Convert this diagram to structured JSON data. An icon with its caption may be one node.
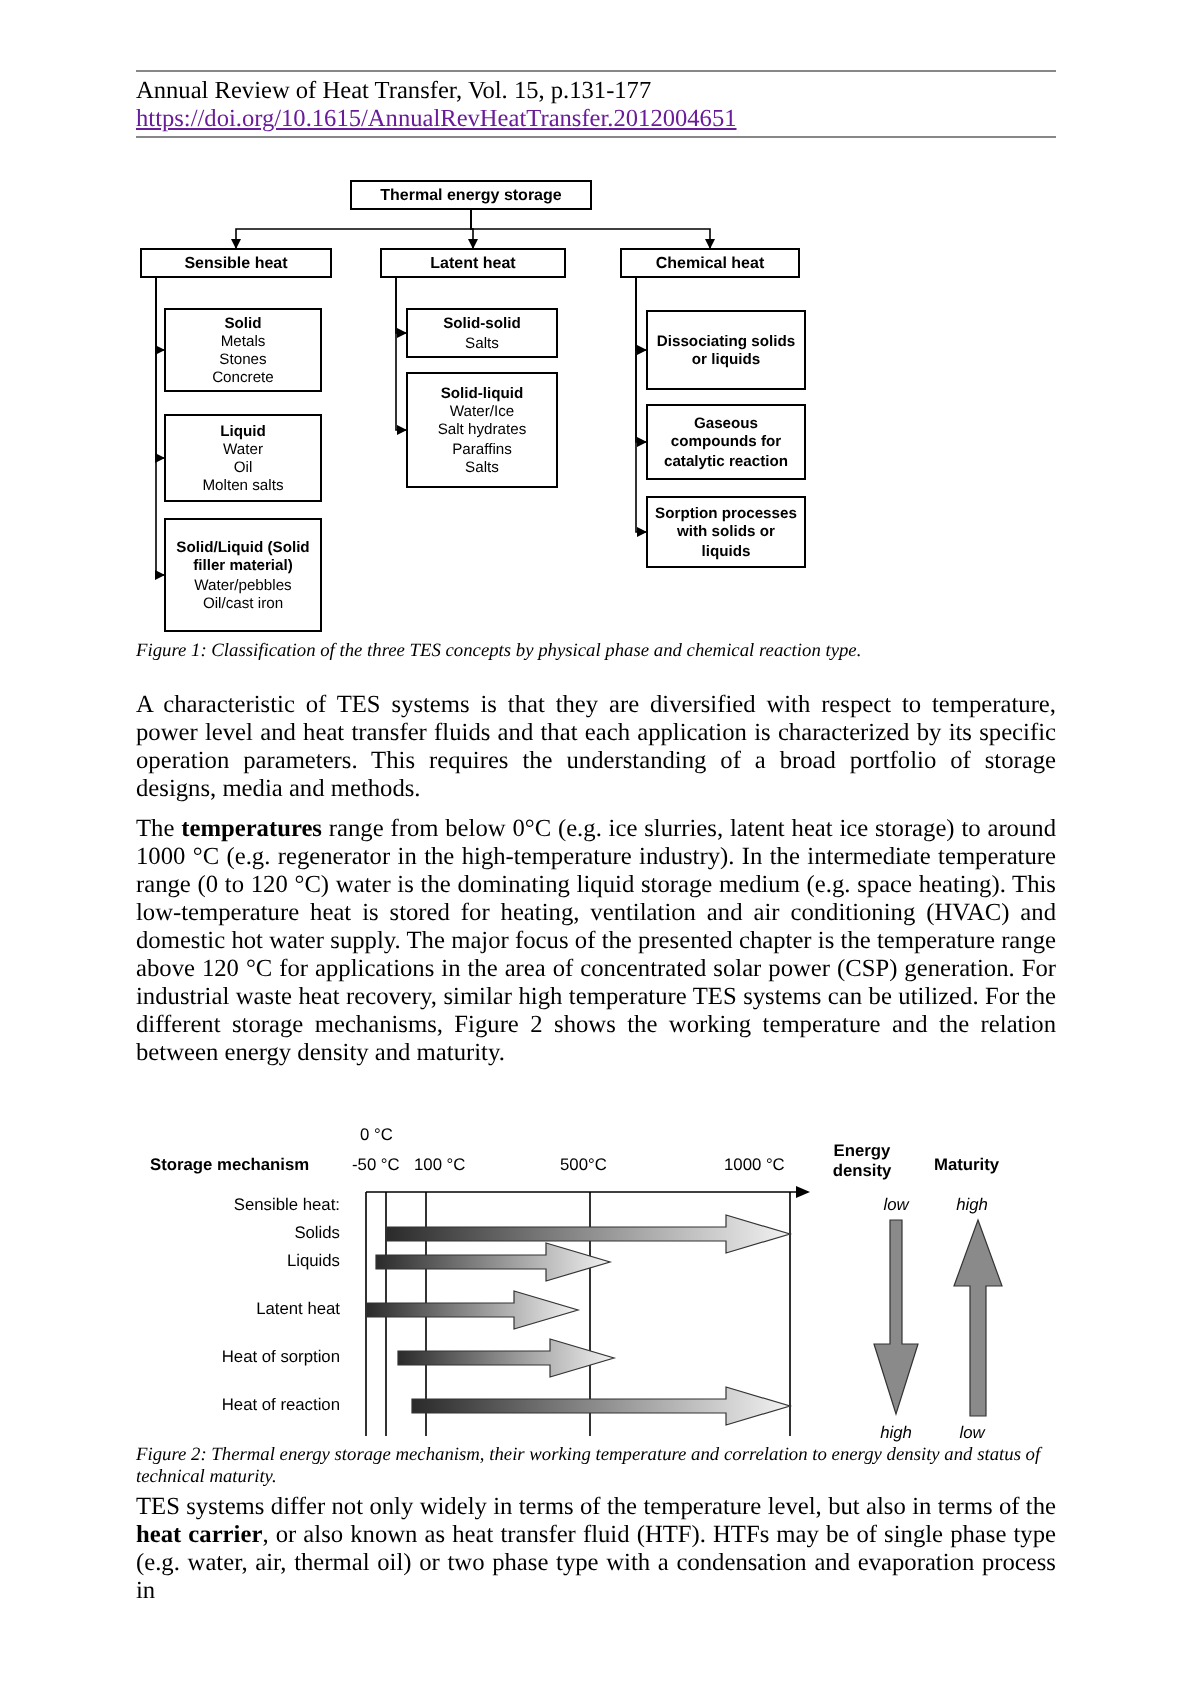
{
  "diagram": {
    "caption": "Figure 1: Classification of the three TES concepts by physical phase and chemical reaction type.",
    "nodes": [
      {
        "text": [
          "Thermal energy storage"
        ]
      },
      {
        "text": [
          "Sensible heat"
        ]
      },
      {
        "text": [
          "Latent heat"
        ]
      },
      {
        "text": [
          "Chemical heat"
        ]
      },
      {
        "text": [
          "Solid",
          "Metals",
          "Stones",
          "Concrete"
        ]
      },
      {
        "text": [
          "Liquid",
          "Water",
          "Oil",
          "Molten salts"
        ]
      },
      {
        "text": [
          "Solid/Liquid (Solid filler material)",
          "Water/pebbles",
          "Oil/cast iron"
        ]
      },
      {
        "text": [
          "Solid-solid",
          "Salts"
        ]
      },
      {
        "text": [
          "Solid-liquid",
          "Water/Ice",
          "Salt hydrates",
          "Paraffins",
          "Salts"
        ]
      },
      {
        "text": [
          "Dissociating solids or liquids"
        ]
      },
      {
        "text": [
          "Gaseous compounds for catalytic reaction"
        ]
      },
      {
        "text": [
          "Sorption processes with solids or liquids"
        ]
      }
    ],
    "edges": [
      {
        "from": 0,
        "to": 1,
        "arrow": "to"
      },
      {
        "from": 0,
        "to": 2,
        "arrow": "to"
      },
      {
        "from": 0,
        "to": 3,
        "arrow": "to"
      },
      {
        "from": 1,
        "to": 4,
        "arrow": "to"
      },
      {
        "from": 1,
        "to": 5,
        "arrow": "to"
      },
      {
        "from": 1,
        "to": 6,
        "arrow": "to"
      },
      {
        "from": 2,
        "to": 7,
        "arrow": "to"
      },
      {
        "from": 2,
        "to": 8,
        "arrow": "to"
      },
      {
        "from": 3,
        "to": 9,
        "arrow": "to"
      },
      {
        "from": 3,
        "to": 10,
        "arrow": "to"
      },
      {
        "from": 3,
        "to": 11,
        "arrow": "to"
      }
    ],
    "labels": [
      "Annual Review of Heat Transfer, Vol. 15, p.131-177",
      "https://doi.org/10.1615/AnnualRevHeatTransfer.2012004651",
      "A characteristic of TES systems is that they are diversified with respect to temperature, power level and heat transfer fluids and that each application is characterized by its specific operation parameters. This requires the understanding of a broad portfolio of storage designs, media and methods.",
      "The **temperatures** range from below 0°C (e.g. ice slurries, latent heat ice storage) to around 1000 °C (e.g. regenerator in the high-temperature industry). In the intermediate temperature range (0 to 120 °C) water is the dominating liquid storage medium (e.g. space heating). This low-temperature heat is stored for heating, ventilation and air conditioning (HVAC) and domestic hot water supply. The major focus of the presented chapter is the temperature range above 120 °C for applications in the area of concentrated solar power (CSP) generation. For industrial waste heat recovery, similar high temperature TES systems can be utilized. For the different storage mechanisms, Figure 2 shows the working temperature and the relation between energy density and maturity.",
      "0 °C",
      "Storage mechanism",
      "-50 °C",
      "100 °C",
      "500°C",
      "1000 °C",
      "Energy density",
      "Maturity",
      "Sensible heat:",
      "low",
      "high",
      "Solids",
      "Liquids",
      "Latent heat",
      "Heat of sorption",
      "Heat of reaction",
      "high",
      "low",
      "Figure 2: Thermal energy storage mechanism, their working temperature and correlation to energy density and status of technical maturity.",
      "TES systems differ not only widely in terms of the temperature level, but also in terms of the **heat carrier**, or also known as heat transfer fluid (HTF). HTFs may be of single phase type (e.g. water, air, thermal oil) or two phase type with a condensation and evaporation process in"
    ]
  }
}
